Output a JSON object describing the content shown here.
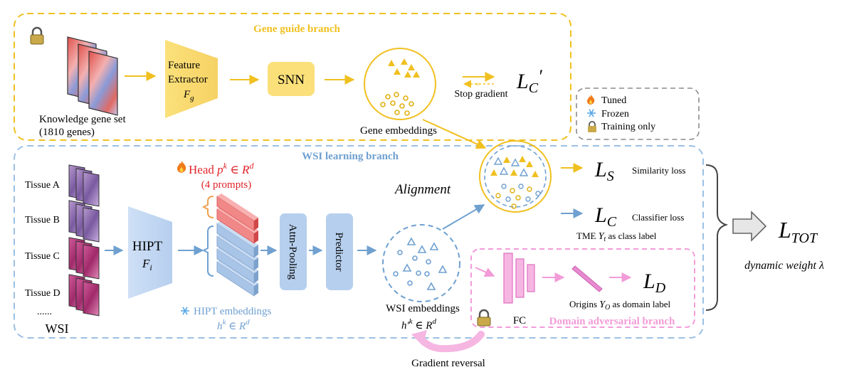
{
  "branches": {
    "gene": "Gene guide branch",
    "wsi": "WSI learning branch",
    "domain": "Domain adversarial branch"
  },
  "gene": {
    "gene_set_line1": "Knowledge gene set",
    "gene_set_line2": "(1810 genes)",
    "extractor_line1": "Feature",
    "extractor_line2": "Extractor",
    "extractor_sym": "F",
    "extractor_sub": "g",
    "snn": "SNN",
    "embeddings": "Gene embeddings",
    "stop_gradient": "Stop gradient",
    "loss_main": "L",
    "loss_sub": "C",
    "loss_prime": "′"
  },
  "legend": {
    "tuned": "Tuned",
    "frozen": "Frozen",
    "training_only": "Training only"
  },
  "wsi": {
    "tissues": [
      "Tissue A",
      "Tissue B",
      "Tissue C",
      "Tissue D"
    ],
    "ellipsis": "......",
    "label": "WSI",
    "hipt": "HIPT",
    "hipt_sym": "F",
    "hipt_sub": "i",
    "head_line1_pre": "Head ",
    "head_p": "p",
    "head_k": "k",
    "head_in": " ∈ ",
    "head_R": "R",
    "head_d": "d",
    "head_line2": "(4 prompts)",
    "embed_line1": "HIPT embeddings",
    "embed_h": "h",
    "embed_k": "k",
    "embed_in": " ∈ ",
    "embed_R": "R",
    "embed_d": "d",
    "attn": "Attn-Pooling",
    "predictor": "Predictor",
    "alignment": "Alignment",
    "wsi_emb_line1": "WSI embeddings",
    "wsi_emb_h": "h′",
    "wsi_emb_k": "k",
    "wsi_emb_in": " ∈ ",
    "wsi_emb_R": "R",
    "wsi_emb_d": "d",
    "gradient_reversal": "Gradient reversal"
  },
  "losses": {
    "ls_main": "L",
    "ls_sub": "S",
    "ls_label": "Similarity loss",
    "lc_main": "L",
    "lc_sub": "C",
    "lc_label": "Classifier loss",
    "tme_pre": "TME ",
    "tme_y": "Y",
    "tme_sub": "t",
    "tme_post": "  as class label",
    "ld_main": "L",
    "ld_sub": "D",
    "fc": "FC",
    "origins_pre": "Origins ",
    "origins_y": "Y",
    "origins_sub": "O",
    "origins_post": " as domain label",
    "ltot_main": "L",
    "ltot_sub": "TOT",
    "dynamic": "dynamic weight λ"
  },
  "colors": {
    "yellow": "#f0c020",
    "blue": "#6fa0d0",
    "pink": "#f29bd8",
    "red": "#e0242a",
    "gray": "#8c8c8c"
  }
}
